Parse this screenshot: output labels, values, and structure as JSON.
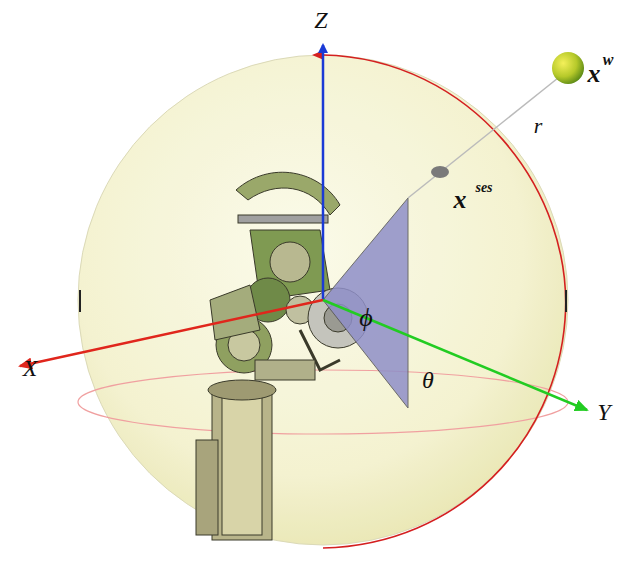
{
  "diagram": {
    "labels": [
      "Z",
      "X",
      "Y",
      "x",
      "w",
      "r",
      "x",
      "ses",
      "ϕ",
      "θ"
    ]
  }
}
